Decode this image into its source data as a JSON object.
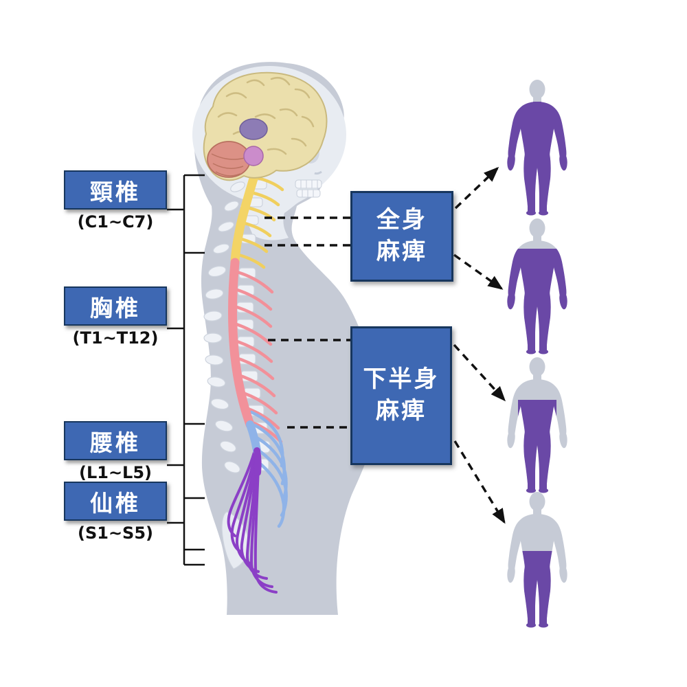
{
  "spine_labels": [
    {
      "label": "頸椎",
      "range": "(C1~C7)"
    },
    {
      "label": "胸椎",
      "range": "(T1~T12)"
    },
    {
      "label": "腰椎",
      "range": "(L1~L5)"
    },
    {
      "label": "仙椎",
      "range": "(S1~S5)"
    }
  ],
  "outcome_boxes": [
    {
      "line1": "全身",
      "line2": "麻痺"
    },
    {
      "line1": "下半身",
      "line2": "麻痺"
    }
  ],
  "figures": [
    {
      "name": "paralysis-below-neck",
      "paralyzed_region": "whole body below neck"
    },
    {
      "name": "paralysis-below-upper-chest",
      "paralyzed_region": "body below upper chest"
    },
    {
      "name": "paralysis-below-waist",
      "paralyzed_region": "trunk below waist and legs"
    },
    {
      "name": "paralysis-legs-only",
      "paralyzed_region": "hips and legs"
    }
  ],
  "colors": {
    "box_blue": "#3E68B3",
    "box_border_navy": "#17365D",
    "body_gray": "#C6CBD6",
    "figure_purple": "#6A48A6",
    "cervical_yellow": "#F2D268",
    "thoracic_pink": "#F2929B",
    "lumbar_blue": "#8FB3E8",
    "sacral_purple": "#8B3FC6",
    "brain_cream": "#EBDFAC",
    "cerebellum_salmon": "#DC9186",
    "line_black": "#111111"
  }
}
